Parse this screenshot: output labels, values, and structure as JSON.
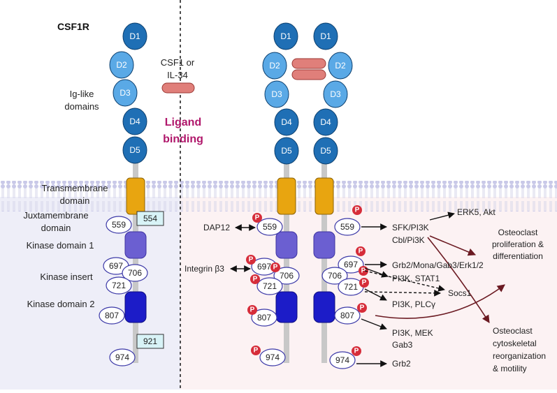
{
  "title": "CSF1R",
  "ligand": {
    "line1": "CSF1 or",
    "line2": "IL-34"
  },
  "ligand_binding": {
    "line1": "Ligand",
    "line2": "binding"
  },
  "colors": {
    "d_dark": "#1f6fb5",
    "d_light": "#5aa9e6",
    "stalk": "#c8c8c8",
    "tm": "#e8a510",
    "kinase1": "#6b5fd1",
    "kinase2": "#1c1cc8",
    "phospho": "#d62d3a",
    "ligand": "#e07f7a",
    "magenta": "#b0176b",
    "dark_arrow": "#6b1a22"
  },
  "regions": {
    "ig": {
      "line1": "Ig-like",
      "line2": "domains"
    },
    "tm": {
      "line1": "Transmembrane",
      "line2": "domain"
    },
    "jm": {
      "line1": "Juxtamembrane",
      "line2": "domain"
    },
    "k1": "Kinase domain 1",
    "ki": "Kinase insert",
    "k2": "Kinase domain 2"
  },
  "domains": {
    "d1": "D1",
    "d2": "D2",
    "d3": "D3",
    "d4": "D4",
    "d5": "D5"
  },
  "residues": {
    "r554": "554",
    "r559": "559",
    "r697": "697",
    "r706": "706",
    "r721": "721",
    "r807": "807",
    "r921": "921",
    "r974": "974"
  },
  "phospho_label": "P",
  "partners": {
    "dap12": "DAP12",
    "integrin": "Integrin β3"
  },
  "signaling": {
    "sfk_line1": "SFK/PI3K",
    "sfk_line2": "Cbl/Pi3K",
    "erk5": "ERK5, Akt",
    "grb2_mona": "Grb2/Mona/Gab3/Erk1/2",
    "pi3k_stat1": "PI3K, STAT1",
    "socs1": "Socs1",
    "pi3k_plcg": "PI3K, PLCγ",
    "pi3k_mek": "PI3K, MEK",
    "gab3": "Gab3",
    "grb2": "Grb2"
  },
  "outcomes": {
    "prolif": {
      "line1": "Osteoclast",
      "line2": "proliferation &",
      "line3": "differentiation"
    },
    "cyto": {
      "line1": "Osteoclast",
      "line2": "cytoskeletal",
      "line3": "reorganization",
      "line4": "& motility"
    }
  }
}
